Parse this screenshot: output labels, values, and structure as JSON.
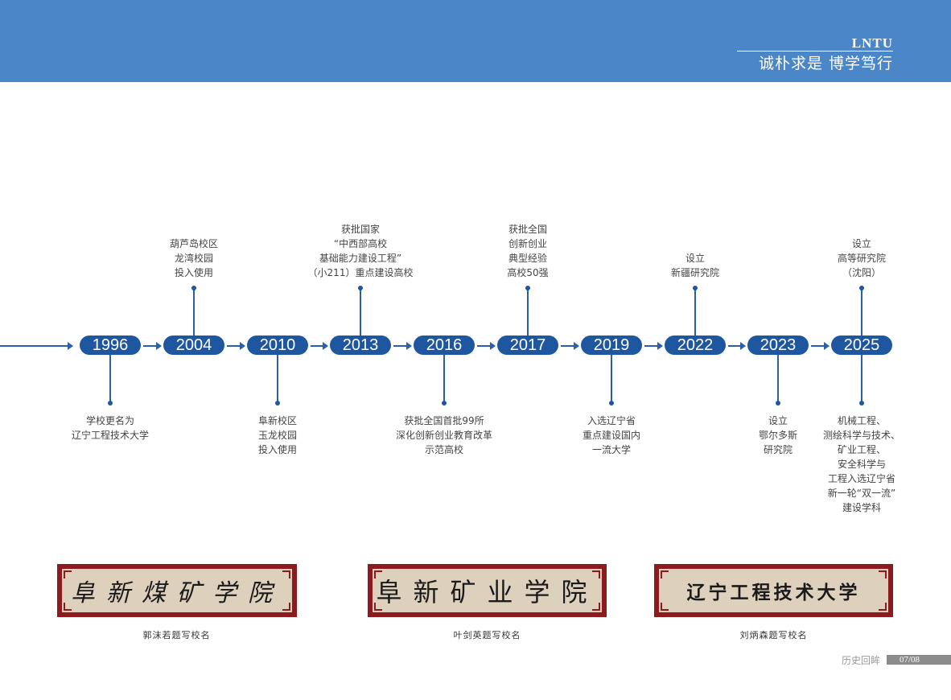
{
  "header": {
    "brand": "LNTU",
    "motto": "诚朴求是 博学笃行"
  },
  "timeline": {
    "events": [
      {
        "year": "1996",
        "position": "below",
        "lines": [
          "学校更名为",
          "辽宁工程技术大学"
        ]
      },
      {
        "year": "2004",
        "position": "above",
        "lines": [
          "葫芦岛校区",
          "龙湾校园",
          "投入使用"
        ]
      },
      {
        "year": "2010",
        "position": "below",
        "lines": [
          "阜新校区",
          "玉龙校园",
          "投入使用"
        ]
      },
      {
        "year": "2013",
        "position": "above",
        "lines": [
          "获批国家",
          "“中西部高校",
          "基础能力建设工程”",
          "（小211）重点建设高校"
        ]
      },
      {
        "year": "2016",
        "position": "below",
        "lines": [
          "获批全国首批99所",
          "深化创新创业教育改革",
          "示范高校"
        ]
      },
      {
        "year": "2017",
        "position": "above",
        "lines": [
          "获批全国",
          "创新创业",
          "典型经验",
          "高校50强"
        ]
      },
      {
        "year": "2019",
        "position": "below",
        "lines": [
          "入选辽宁省",
          "重点建设国内",
          "一流大学"
        ]
      },
      {
        "year": "2022",
        "position": "above",
        "lines": [
          "设立",
          "新疆研究院"
        ]
      },
      {
        "year": "2023",
        "position": "below",
        "lines": [
          "设立",
          "鄂尔多斯",
          "研究院"
        ]
      },
      {
        "year": "2025",
        "position": "both",
        "lines_above": [
          "设立",
          "高等研究院",
          "（沈阳）"
        ],
        "lines_below": [
          "机械工程、",
          "测绘科学与技术、",
          "矿业工程、",
          "安全科学与",
          "工程入选辽宁省",
          "新一轮“双一流”",
          "建设学科"
        ]
      }
    ]
  },
  "plaques": [
    {
      "name": "阜新煤矿学院",
      "caption": "郭沫若题写校名"
    },
    {
      "name": "阜新矿业学院",
      "caption": "叶剑英题写校名"
    },
    {
      "name": "辽宁工程技术大学",
      "caption": "刘炳森题写校名"
    }
  ],
  "colors": {
    "header_bg": "#4a86c8",
    "timeline_blue": "#1e56a0",
    "plaque_red": "#8d1a1f",
    "plaque_board": "#ddd0bc"
  },
  "footer": {
    "section": "历史回眸",
    "page": "07/08"
  }
}
